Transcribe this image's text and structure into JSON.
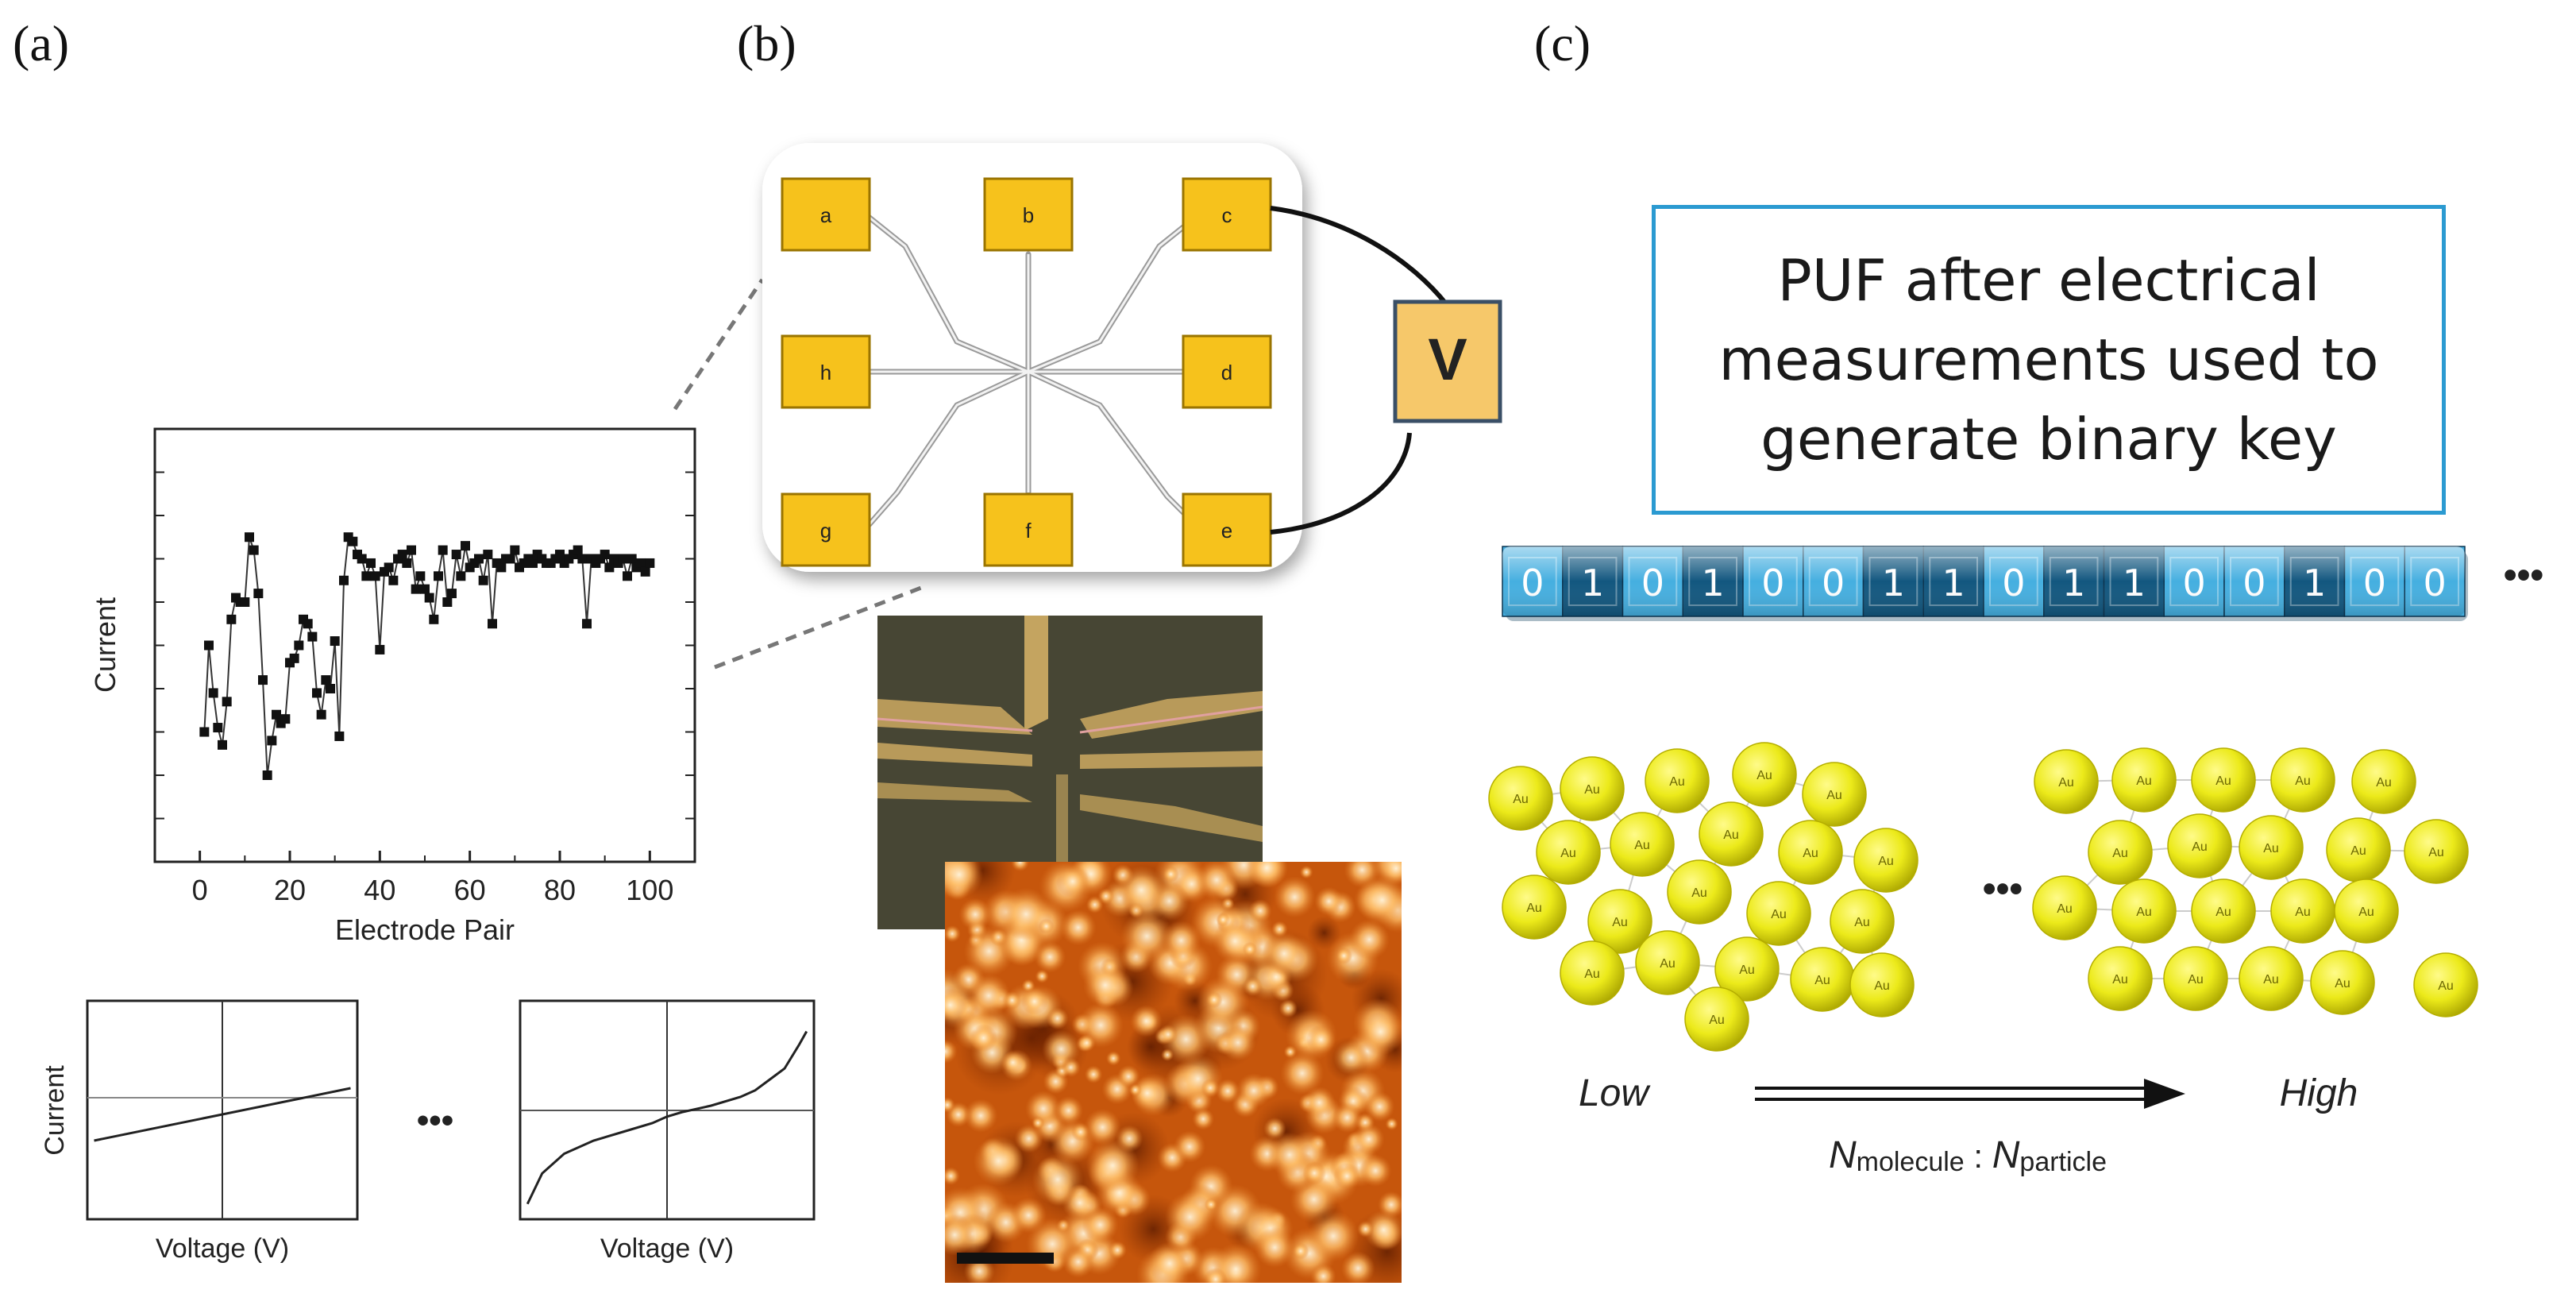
{
  "panels": {
    "a": "(a)",
    "b": "(b)",
    "c": "(c)"
  },
  "colors": {
    "pad": "#f6c21c",
    "pad_border": "#9a7400",
    "key_dark": "#12577f",
    "key_light": "#45afe0",
    "box_border": "#2b9ad1",
    "gold": "#ecea1a",
    "afm_low": "#8a2f00",
    "afm_high": "#ffe6bd"
  },
  "chart_data": [
    {
      "type": "scatter",
      "title": "",
      "xlabel": "Electrode Pair",
      "ylabel": "Current",
      "xlim": [
        -10,
        110
      ],
      "ylim": [
        0,
        1
      ],
      "xticks": [
        0,
        20,
        40,
        60,
        80,
        100
      ],
      "x": [
        1,
        2,
        3,
        4,
        5,
        6,
        7,
        8,
        9,
        10,
        11,
        12,
        13,
        14,
        15,
        16,
        17,
        18,
        19,
        20,
        21,
        22,
        23,
        24,
        25,
        26,
        27,
        28,
        29,
        30,
        31,
        32,
        33,
        34,
        35,
        36,
        37,
        38,
        39,
        40,
        41,
        42,
        43,
        44,
        45,
        46,
        47,
        48,
        49,
        50,
        51,
        52,
        53,
        54,
        55,
        56,
        57,
        58,
        59,
        60,
        61,
        62,
        63,
        64,
        65,
        66,
        67,
        68,
        69,
        70,
        71,
        72,
        73,
        74,
        75,
        76,
        77,
        78,
        79,
        80,
        81,
        82,
        83,
        84,
        85,
        86,
        87,
        88,
        89,
        90,
        91,
        92,
        93,
        94,
        95,
        96,
        97,
        98,
        99,
        100
      ],
      "y": [
        0.3,
        0.5,
        0.39,
        0.31,
        0.27,
        0.37,
        0.56,
        0.61,
        0.6,
        0.6,
        0.75,
        0.72,
        0.62,
        0.42,
        0.2,
        0.28,
        0.34,
        0.32,
        0.33,
        0.46,
        0.47,
        0.5,
        0.56,
        0.55,
        0.52,
        0.39,
        0.34,
        0.42,
        0.4,
        0.51,
        0.29,
        0.65,
        0.75,
        0.74,
        0.71,
        0.7,
        0.66,
        0.69,
        0.66,
        0.49,
        0.67,
        0.68,
        0.65,
        0.7,
        0.71,
        0.69,
        0.72,
        0.63,
        0.66,
        0.63,
        0.61,
        0.56,
        0.66,
        0.72,
        0.6,
        0.62,
        0.71,
        0.66,
        0.73,
        0.68,
        0.69,
        0.7,
        0.65,
        0.71,
        0.55,
        0.69,
        0.68,
        0.7,
        0.7,
        0.72,
        0.68,
        0.69,
        0.7,
        0.69,
        0.71,
        0.7,
        0.69,
        0.69,
        0.7,
        0.71,
        0.69,
        0.7,
        0.71,
        0.72,
        0.7,
        0.55,
        0.7,
        0.69,
        0.7,
        0.71,
        0.68,
        0.7,
        0.69,
        0.7,
        0.66,
        0.7,
        0.68,
        0.69,
        0.67,
        0.69
      ]
    },
    {
      "type": "line",
      "xlabel": "Voltage (V)",
      "ylabel": "Current",
      "xlim": [
        -1,
        1
      ],
      "ylim": [
        -1,
        1
      ],
      "x": [
        -0.95,
        0.95
      ],
      "y": [
        -0.28,
        0.2
      ]
    },
    {
      "type": "line",
      "xlabel": "Voltage (V)",
      "ylabel": "",
      "xlim": [
        -1,
        1
      ],
      "ylim": [
        -1,
        1
      ],
      "x": [
        -0.95,
        -0.85,
        -0.7,
        -0.5,
        -0.3,
        -0.1,
        0,
        0.1,
        0.3,
        0.5,
        0.6,
        0.7,
        0.8,
        0.9,
        0.95
      ],
      "y": [
        -0.86,
        -0.58,
        -0.4,
        -0.28,
        -0.2,
        -0.12,
        -0.06,
        -0.02,
        0.04,
        0.12,
        0.18,
        0.28,
        0.38,
        0.6,
        0.72
      ]
    }
  ],
  "ellipsis_a": "•••",
  "device": {
    "pads": [
      "a",
      "b",
      "c",
      "h",
      "d",
      "g",
      "f",
      "e"
    ],
    "meter": "V"
  },
  "afm": {
    "scale_bar": "scale-bar"
  },
  "panel_c": {
    "box_text": "PUF after electrical\nmeasurements used to\ngenerate binary key",
    "bits": [
      "0",
      "1",
      "0",
      "1",
      "0",
      "0",
      "1",
      "1",
      "0",
      "1",
      "1",
      "0",
      "0",
      "1",
      "0",
      "0"
    ],
    "bit_shades": [
      0,
      1,
      0,
      1,
      0,
      0,
      1,
      1,
      0,
      1,
      1,
      0,
      0,
      1,
      0,
      0
    ],
    "key_ellipsis": "•••",
    "particle_label": "Au",
    "mid_ellipsis": "•••",
    "low": "Low",
    "high": "High",
    "ratio": {
      "n1": "N",
      "sub1": "molecule",
      "colon": " : ",
      "n2": "N",
      "sub2": "particle"
    }
  }
}
